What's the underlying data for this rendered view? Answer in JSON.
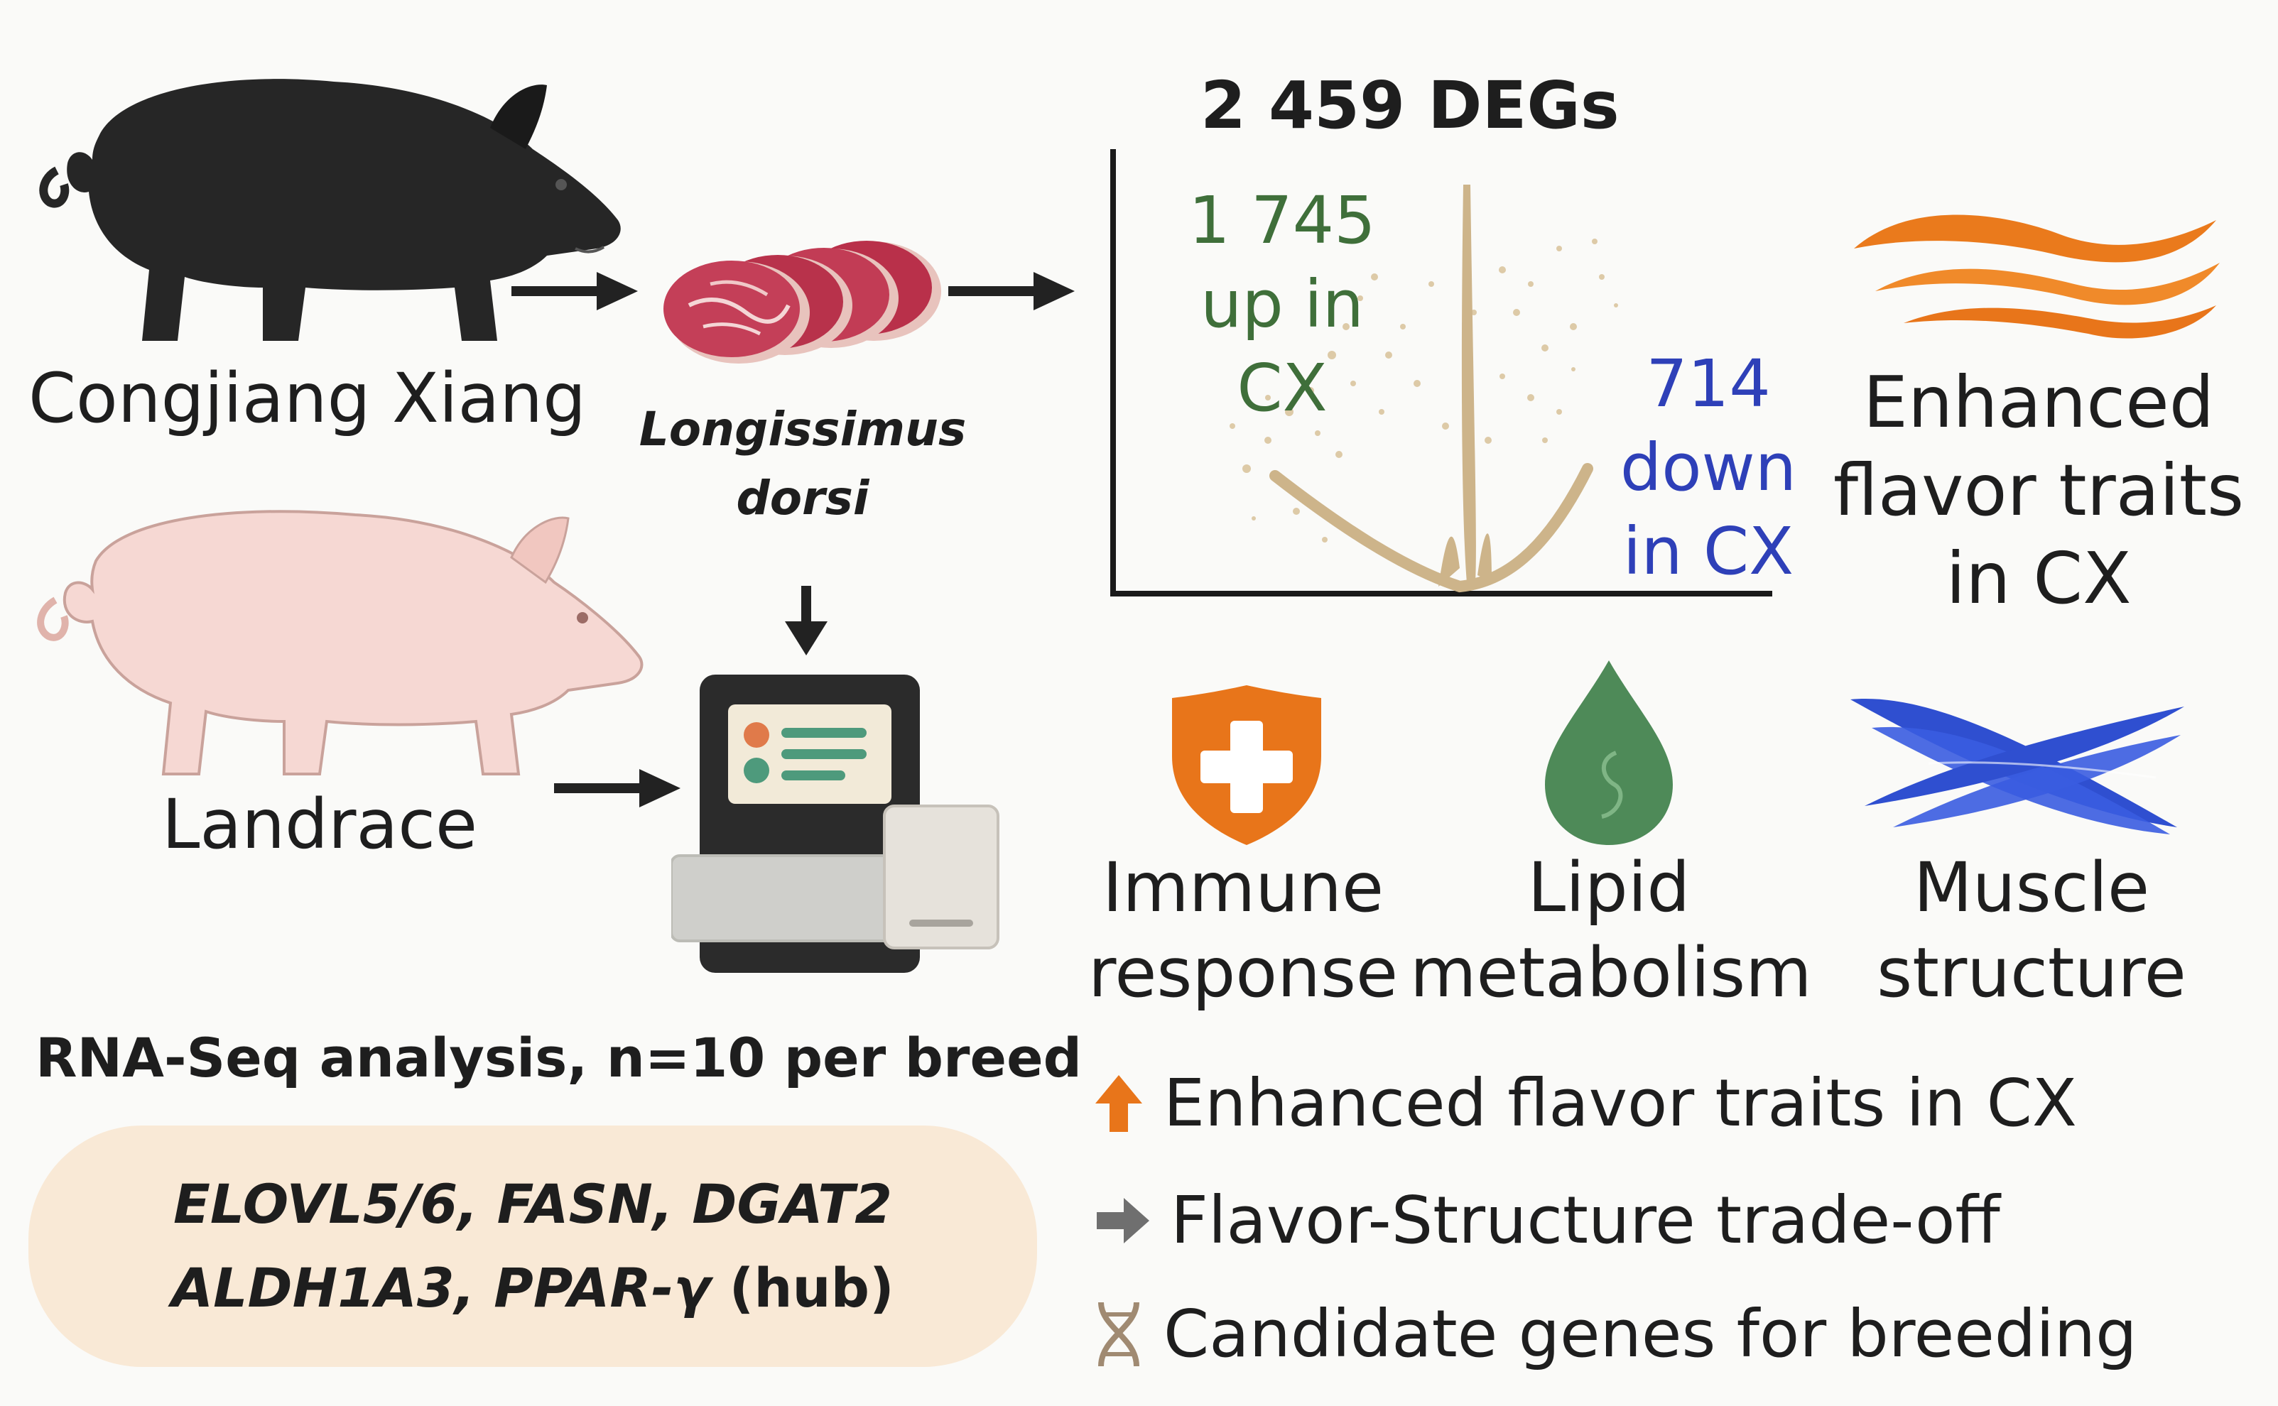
{
  "breeds": {
    "cx": "Congjiang Xiang",
    "landrace": "Landrace"
  },
  "tissue": {
    "line1": "Longissimus",
    "line2": "dorsi"
  },
  "method": {
    "label": "RNA-Seq analysis, n=10 per breed"
  },
  "genes": {
    "line1": "ELOVL5/6, FASN, DGAT2",
    "line2_genes": "ALDH1A3, PPAR-γ",
    "line2_note": " (hub)"
  },
  "degs": {
    "title": "2 459 DEGs",
    "up": [
      "1 745",
      "up in",
      "CX"
    ],
    "down": [
      "714",
      "down",
      "in CX"
    ]
  },
  "flavor": {
    "lines": [
      "Enhanced",
      "flavor traits",
      "in CX"
    ]
  },
  "pathways": {
    "immune": [
      "Immune",
      "response"
    ],
    "lipid": [
      "Lipid",
      "metabolism"
    ],
    "muscle": [
      "Muscle",
      "structure"
    ]
  },
  "findings": [
    {
      "icon": "up-arrow-icon",
      "text": "Enhanced flavor traits in CX"
    },
    {
      "icon": "right-arrow-icon",
      "text": "Flavor-Structure trade-off"
    },
    {
      "icon": "dna-icon",
      "text": "Candidate genes for breeding"
    }
  ],
  "colors": {
    "up": "#3f6f3a",
    "down": "#2e40b8",
    "accent_orange": "#e8751a",
    "lipid_green": "#4e8a58",
    "muscle_blue": "#2f4fd0",
    "volcano": "#d8c29a",
    "gene_pill": "#f9e9d6"
  }
}
